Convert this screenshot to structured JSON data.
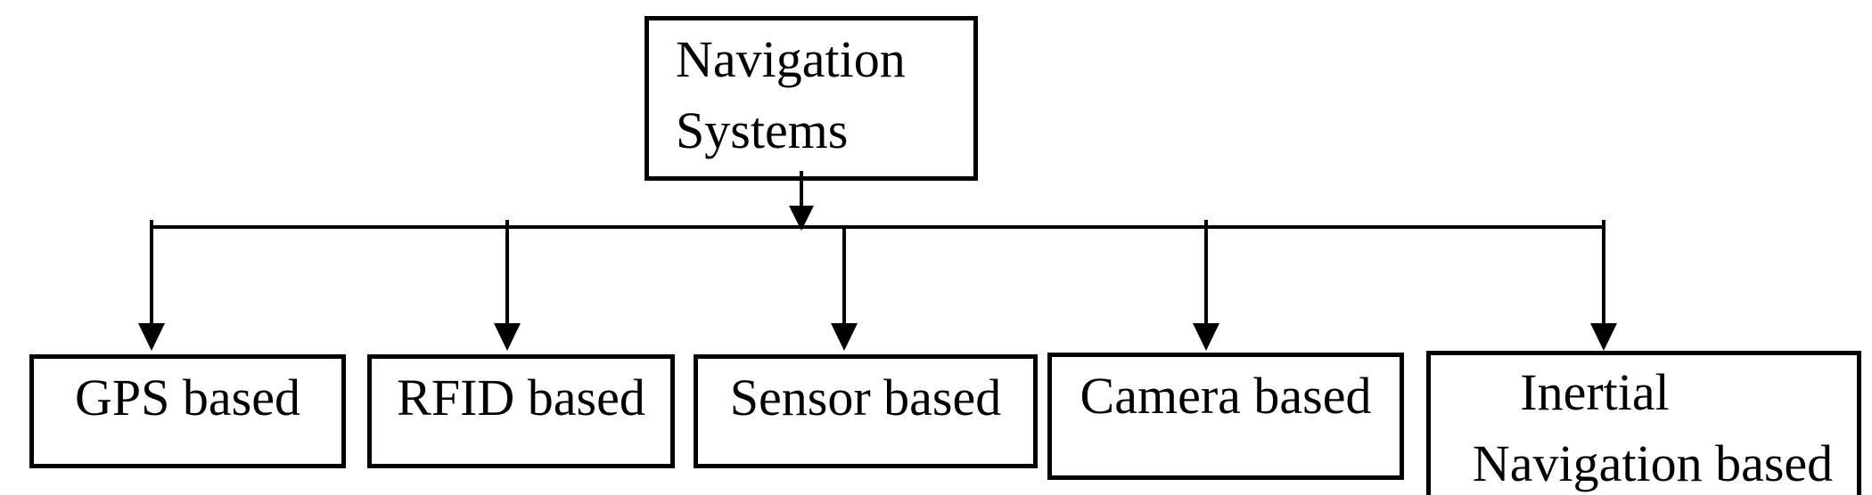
{
  "diagram": {
    "type": "hierarchy",
    "root": {
      "label": "Navigation Systems",
      "lines": [
        "Navigation",
        "Systems"
      ]
    },
    "children": [
      {
        "label": "GPS based"
      },
      {
        "label": "RFID based"
      },
      {
        "label": "Sensor based"
      },
      {
        "label": "Camera based"
      },
      {
        "label": "Inertial Navigation based",
        "lines": [
          "Inertial",
          "Navigation based"
        ]
      }
    ],
    "colors": {
      "line": "#000000",
      "text": "#000000",
      "box_fill": "#ffffff",
      "background": "#ffffff"
    }
  }
}
